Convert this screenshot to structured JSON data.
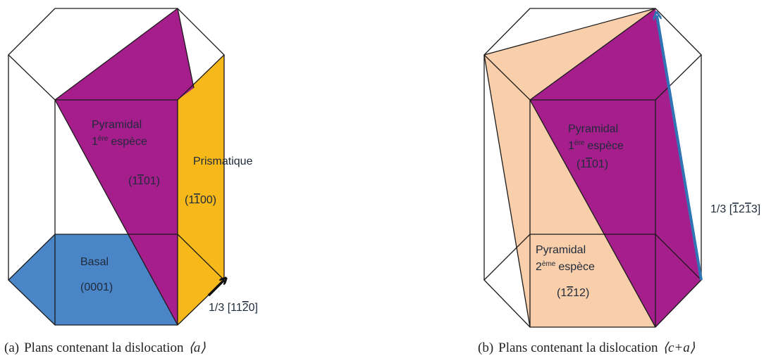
{
  "colors": {
    "pyramidal1": "#a61e8c",
    "prismatic": "#f7b81a",
    "basal": "#4a86c7",
    "pyramidal2": "#f9ceaa",
    "burgers_a": "#111111",
    "burgers_ca": "#2f74b5",
    "edges": "#1a1a1a"
  },
  "panel_a": {
    "pyramidal": {
      "name": "Pyramidal",
      "order_num": "1",
      "order_sup": "ère",
      "order_word": "espèce",
      "miller": [
        "(1",
        "1",
        "01)"
      ]
    },
    "prismatic": {
      "name": "Prismatique",
      "miller": [
        "(1",
        "1",
        "00)"
      ]
    },
    "basal": {
      "name": "Basal",
      "miller": "(0001)"
    },
    "burgers": {
      "prefix": "1/3 [11",
      "bar": "2",
      "suffix": "0]"
    },
    "caption": {
      "tag": "(a)",
      "text": "Plans contenant la dislocation",
      "math": "⟨a⟩"
    }
  },
  "panel_b": {
    "pyramidal1": {
      "name": "Pyramidal",
      "order_num": "1",
      "order_sup": "ère",
      "order_word": "espèce",
      "miller": [
        "(1",
        "1",
        "01)"
      ]
    },
    "pyramidal2": {
      "name": "Pyramidal",
      "order_num": "2",
      "order_sup": "ème",
      "order_word": "espèce",
      "miller": [
        "(1",
        "2",
        "12)"
      ]
    },
    "burgers": {
      "prefix": "1/3 [",
      "bar1": "1",
      "mid1": "2",
      "bar2": "1",
      "suffix": "3]"
    },
    "caption": {
      "tag": "(b)",
      "text": "Plans contenant la dislocation",
      "math": "⟨c+a⟩"
    }
  }
}
